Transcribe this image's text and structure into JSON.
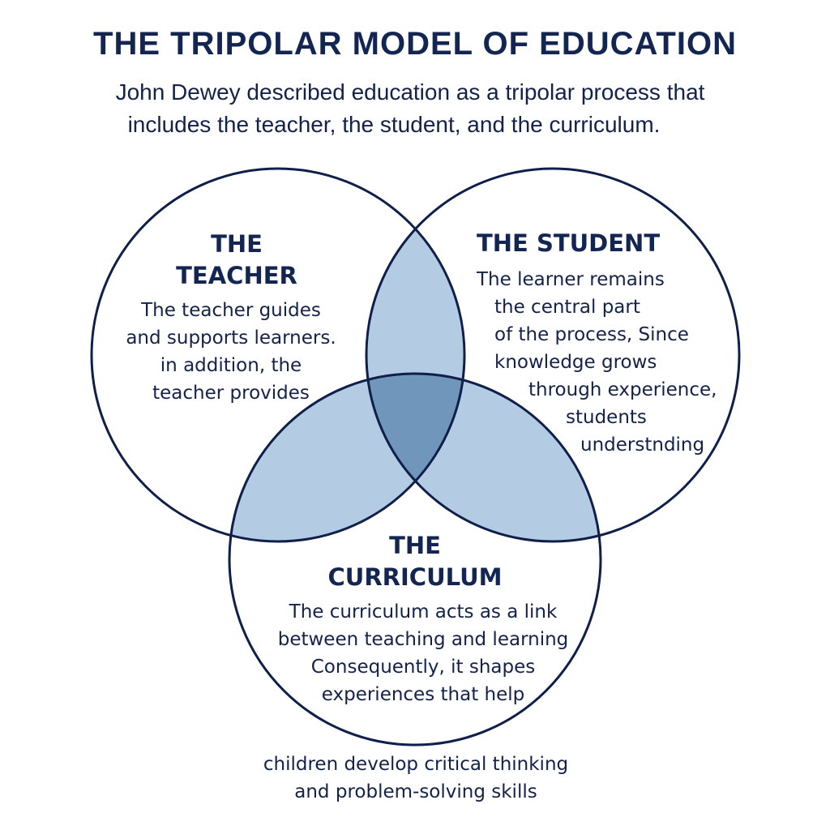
{
  "title": "THE TRIPOLAR MODEL OF EDUCATION",
  "subtitle": {
    "line1": "John Dewey described education as a tripolar process that",
    "line2": "includes the teacher, the student, and the curriculum."
  },
  "colors": {
    "stroke": "#0f1f4a",
    "overlap_fill": "#b4cce3",
    "center_fill": "#7096bb",
    "text": "#14224a"
  },
  "circles": [
    {
      "id": "teacher",
      "heading_line1": "THE",
      "heading_line2": "TEACHER",
      "body": [
        "The teacher guides",
        "and supports learners.",
        "in addition, the",
        "teacher provides"
      ]
    },
    {
      "id": "student",
      "heading_line1": "THE STUDENT",
      "body": [
        "The learner remains",
        "the central part",
        "of the process, Since",
        "knowledge grows",
        "through experience,",
        "students",
        "understnding"
      ]
    },
    {
      "id": "curriculum",
      "heading_line1": "THE",
      "heading_line2": "CURRICULUM",
      "body": [
        "The curriculum acts as a link",
        "between teaching and learning",
        "Consequently, it shapes",
        "experiences that help"
      ]
    }
  ],
  "footer": {
    "line1": "children develop critical thinking",
    "line2": "and problem-solving skills"
  }
}
